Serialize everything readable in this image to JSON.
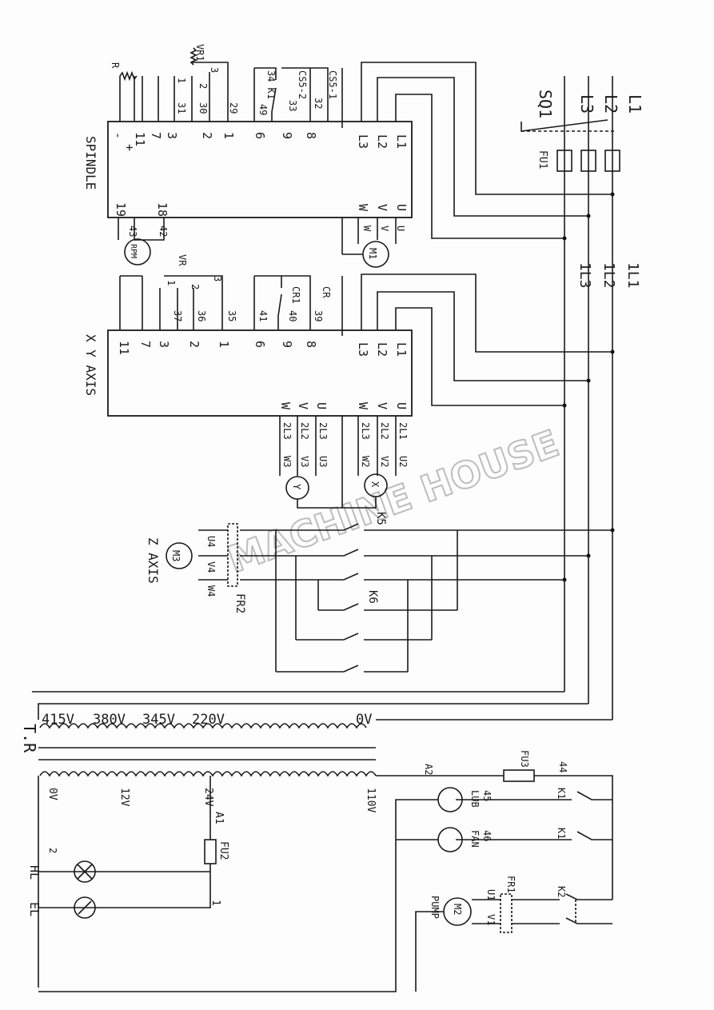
{
  "lines": {
    "l1": "L1",
    "l2": "L2",
    "l3": "L3",
    "sq1": "SQ1",
    "fu1": "FU1",
    "l1_1": "1L1",
    "l1_2": "1L2",
    "l1_3": "1L3"
  },
  "spindle": {
    "name": "SPINDLE",
    "top_pins": [
      "L1",
      "L2",
      "L3",
      "8",
      "9",
      "6",
      "1",
      "2",
      "3",
      "7",
      "11",
      "-",
      "+"
    ],
    "bottom_pins": [
      "U",
      "V",
      "W",
      "18",
      "19"
    ],
    "wires": [
      "32",
      "33",
      "49",
      "29",
      "30",
      "31"
    ],
    "vr": "VR1",
    "vr_pins": [
      "1",
      "2",
      "3"
    ],
    "r": "R",
    "k1": "34 K1",
    "cs5_1": "CS5-1",
    "cs5_2": "CS5-2",
    "rpm": "RPM",
    "rpm_wires": [
      "42",
      "43"
    ],
    "m1": "M1",
    "m1_pins": [
      "U",
      "V",
      "W"
    ]
  },
  "xy": {
    "name": "X Y AXIS",
    "top_pins": [
      "L1",
      "L2",
      "L3",
      "8",
      "9",
      "6",
      "1",
      "2",
      "3",
      "7",
      "11"
    ],
    "bottom_pins": [
      "U",
      "V",
      "W",
      "U",
      "V",
      "W"
    ],
    "wires": [
      "39",
      "40",
      "41",
      "35",
      "36",
      "37"
    ],
    "vr": "VR",
    "vr_pins": [
      "1",
      "2",
      "3"
    ],
    "cr": "CR",
    "cr1": "CR1",
    "x_wires": [
      "2L1",
      "2L2",
      "2L3"
    ],
    "y_wires": [
      "2L3",
      "2L2",
      "2L3"
    ],
    "x_motor": "X",
    "x_pins": [
      "U2",
      "V2",
      "W2"
    ],
    "y_motor": "Y",
    "y_pins": [
      "U3",
      "V3",
      "W3"
    ]
  },
  "z": {
    "name": "Z AXIS",
    "motor": "M3",
    "pins": [
      "U4",
      "V4",
      "W4"
    ],
    "fr": "FR2",
    "k5": "K5",
    "k6": "K6"
  },
  "transformer": {
    "label": "T.R",
    "primary_taps": [
      "415V",
      "380V",
      "345V",
      "220V",
      "0V"
    ],
    "secondary_taps": [
      "0V",
      "12V",
      "24V",
      "110V"
    ],
    "a1": "A1",
    "a2": "A2",
    "fu2": "FU2",
    "fu3": "FU3",
    "wire1": "1",
    "wire2": "2"
  },
  "control": {
    "lub": "LUB",
    "fan": "FAN",
    "pump": "PUMP",
    "m2": "M2",
    "wires": [
      "44",
      "45",
      "46"
    ],
    "k1": "K1",
    "k2": "K2",
    "fr1": "FR1",
    "u1": "U1",
    "v1": "V1",
    "hl": "HL",
    "el": "EL"
  },
  "watermark": "MACHINE HOUSE"
}
